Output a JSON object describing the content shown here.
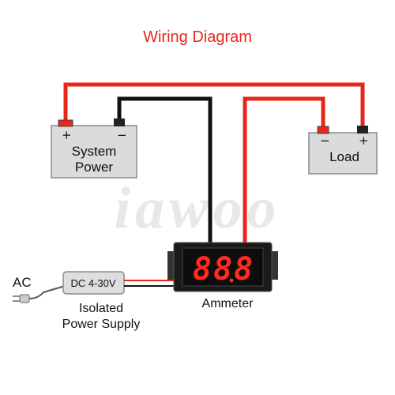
{
  "diagram": {
    "title": "Wiring Diagram",
    "watermark": "iawoo",
    "system_power": {
      "label_line1": "System",
      "label_line2": "Power",
      "plus": "+",
      "minus": "−"
    },
    "load": {
      "label": "Load",
      "minus": "−",
      "plus": "+"
    },
    "ammeter": {
      "label": "Ammeter",
      "display": "888"
    },
    "supply": {
      "ac_label": "AC",
      "box_label": "DC 4-30V",
      "label_line1": "Isolated",
      "label_line2": "Power Supply"
    },
    "colors": {
      "title": "#e8261c",
      "positive_wire": "#e8261c",
      "negative_wire": "#111111",
      "battery_body": "#d9dbdc",
      "meter_body": "#1a1a1a",
      "digits": "#ff2a1f"
    }
  }
}
